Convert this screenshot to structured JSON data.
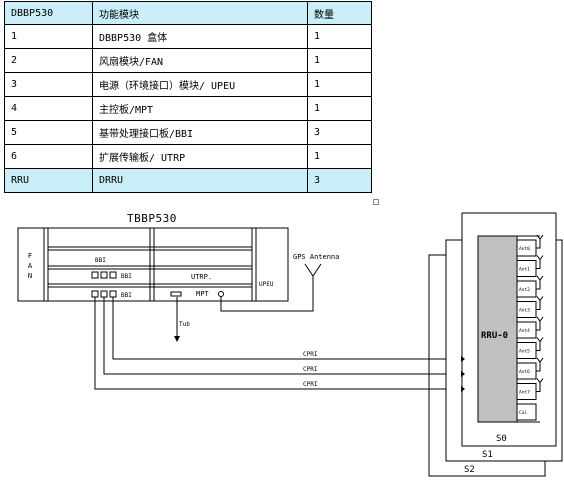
{
  "table": {
    "rows": [
      [
        "DBBP530",
        "功能模块",
        "数量"
      ],
      [
        "1",
        "DBBP530 盒体",
        "1"
      ],
      [
        "2",
        "风扇模块/FAN",
        "1"
      ],
      [
        "3",
        "电源（环境接口）模块/ UPEU",
        "1"
      ],
      [
        "4",
        "主控板/MPT",
        "1"
      ],
      [
        "5",
        "基带处理接口板/BBI",
        "3"
      ],
      [
        "6",
        "扩展传输板/ UTRP",
        "1"
      ],
      [
        "RRU",
        "DRRU",
        "3"
      ]
    ],
    "highlight_color": "#c9eef7"
  },
  "diagram": {
    "bbu_title": "TBBP530",
    "fan_label": [
      "F",
      "A",
      "N"
    ],
    "bbi_label": "BBI",
    "utrp_label": "UTRP.",
    "mpt_label": "MPT",
    "upeu_label": "UPEU",
    "gps_label": "GPS Antenna",
    "tub_label": "Tub",
    "cpri_labels": [
      "CPRI",
      "CPRI",
      "CPRI"
    ],
    "rru_label": "RRU-0",
    "ant_labels": [
      "Ant0",
      "Ant1",
      "Ant2",
      "Ant3",
      "Ant4",
      "Ant5",
      "Ant6",
      "Ant7",
      "Cal"
    ],
    "sector_labels": [
      "S0",
      "S1",
      "S2"
    ]
  }
}
